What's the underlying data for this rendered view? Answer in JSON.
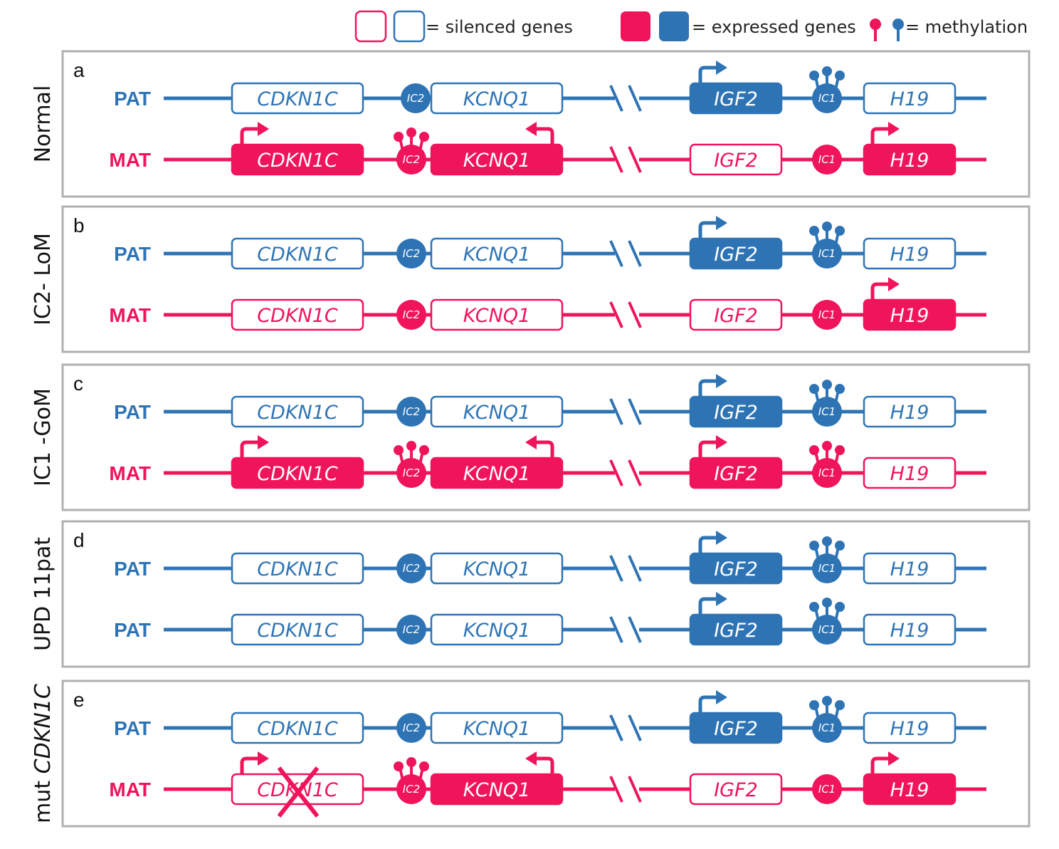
{
  "colors": {
    "pat": "#2e74b5",
    "mat": "#f0145a",
    "panel_border": "#b0b0b0",
    "text": "#222222"
  },
  "legend": {
    "silenced": "= silenced genes",
    "expressed": "= expressed genes",
    "methylation": "= methylation"
  },
  "panels": [
    {
      "letter": "a",
      "title": "Normal",
      "rows": [
        {
          "parent": "pat",
          "label": "PAT",
          "cdkn1c": {
            "text": "CDKN1C",
            "expressed": false,
            "arrow": false,
            "crossed": false
          },
          "ic2": {
            "text": "IC2",
            "methylated": false,
            "attached": true
          },
          "kcnq1": {
            "text": "KCNQ1",
            "expressed": false,
            "arrow": false
          },
          "igf2": {
            "text": "IGF2",
            "expressed": true,
            "arrow": true
          },
          "ic1": {
            "text": "IC1",
            "methylated": true
          },
          "h19": {
            "text": "H19",
            "expressed": false,
            "arrow": false
          }
        },
        {
          "parent": "mat",
          "label": "MAT",
          "cdkn1c": {
            "text": "CDKN1C",
            "expressed": true,
            "arrow": true,
            "crossed": false
          },
          "ic2": {
            "text": "IC2",
            "methylated": true,
            "attached": false
          },
          "kcnq1": {
            "text": "KCNQ1",
            "expressed": true,
            "arrow": true
          },
          "igf2": {
            "text": "IGF2",
            "expressed": false,
            "arrow": false
          },
          "ic1": {
            "text": "IC1",
            "methylated": false
          },
          "h19": {
            "text": "H19",
            "expressed": true,
            "arrow": true
          }
        }
      ]
    },
    {
      "letter": "b",
      "title": "IC2- LoM",
      "rows": [
        {
          "parent": "pat",
          "label": "PAT",
          "cdkn1c": {
            "text": "CDKN1C",
            "expressed": false,
            "arrow": false,
            "crossed": false
          },
          "ic2": {
            "text": "IC2",
            "methylated": false,
            "attached": false
          },
          "kcnq1": {
            "text": "KCNQ1",
            "expressed": false,
            "arrow": false
          },
          "igf2": {
            "text": "IGF2",
            "expressed": true,
            "arrow": true
          },
          "ic1": {
            "text": "IC1",
            "methylated": true
          },
          "h19": {
            "text": "H19",
            "expressed": false,
            "arrow": false
          }
        },
        {
          "parent": "mat",
          "label": "MAT",
          "cdkn1c": {
            "text": "CDKN1C",
            "expressed": false,
            "arrow": false,
            "crossed": false
          },
          "ic2": {
            "text": "IC2",
            "methylated": false,
            "attached": false
          },
          "kcnq1": {
            "text": "KCNQ1",
            "expressed": false,
            "arrow": false
          },
          "igf2": {
            "text": "IGF2",
            "expressed": false,
            "arrow": false
          },
          "ic1": {
            "text": "IC1",
            "methylated": false
          },
          "h19": {
            "text": "H19",
            "expressed": true,
            "arrow": true
          }
        }
      ]
    },
    {
      "letter": "c",
      "title": "IC1 -GoM",
      "rows": [
        {
          "parent": "pat",
          "label": "PAT",
          "cdkn1c": {
            "text": "CDKN1C",
            "expressed": false,
            "arrow": false,
            "crossed": false
          },
          "ic2": {
            "text": "IC2",
            "methylated": false,
            "attached": false
          },
          "kcnq1": {
            "text": "KCNQ1",
            "expressed": false,
            "arrow": false
          },
          "igf2": {
            "text": "IGF2",
            "expressed": true,
            "arrow": true
          },
          "ic1": {
            "text": "IC1",
            "methylated": true
          },
          "h19": {
            "text": "H19",
            "expressed": false,
            "arrow": false
          }
        },
        {
          "parent": "mat",
          "label": "MAT",
          "cdkn1c": {
            "text": "CDKN1C",
            "expressed": true,
            "arrow": true,
            "crossed": false
          },
          "ic2": {
            "text": "IC2",
            "methylated": true,
            "attached": false
          },
          "kcnq1": {
            "text": "KCNQ1",
            "expressed": true,
            "arrow": true
          },
          "igf2": {
            "text": "IGF2",
            "expressed": true,
            "arrow": true
          },
          "ic1": {
            "text": "IC1",
            "methylated": true
          },
          "h19": {
            "text": "H19",
            "expressed": false,
            "arrow": false
          }
        }
      ]
    },
    {
      "letter": "d",
      "title": "UPD 11pat",
      "rows": [
        {
          "parent": "pat",
          "label": "PAT",
          "cdkn1c": {
            "text": "CDKN1C",
            "expressed": false,
            "arrow": false,
            "crossed": false
          },
          "ic2": {
            "text": "IC2",
            "methylated": false,
            "attached": false
          },
          "kcnq1": {
            "text": "KCNQ1",
            "expressed": false,
            "arrow": false
          },
          "igf2": {
            "text": "IGF2",
            "expressed": true,
            "arrow": true
          },
          "ic1": {
            "text": "IC1",
            "methylated": true
          },
          "h19": {
            "text": "H19",
            "expressed": false,
            "arrow": false
          }
        },
        {
          "parent": "pat",
          "label": "PAT",
          "cdkn1c": {
            "text": "CDKN1C",
            "expressed": false,
            "arrow": false,
            "crossed": false
          },
          "ic2": {
            "text": "IC2",
            "methylated": false,
            "attached": false
          },
          "kcnq1": {
            "text": "KCNQ1",
            "expressed": false,
            "arrow": false
          },
          "igf2": {
            "text": "IGF2",
            "expressed": true,
            "arrow": true
          },
          "ic1": {
            "text": "IC1",
            "methylated": true
          },
          "h19": {
            "text": "H19",
            "expressed": false,
            "arrow": false
          }
        }
      ]
    },
    {
      "letter": "e",
      "title": "mut",
      "title_italic": "CDKN1C",
      "rows": [
        {
          "parent": "pat",
          "label": "PAT",
          "cdkn1c": {
            "text": "CDKN1C",
            "expressed": false,
            "arrow": false,
            "crossed": false
          },
          "ic2": {
            "text": "IC2",
            "methylated": false,
            "attached": false
          },
          "kcnq1": {
            "text": "KCNQ1",
            "expressed": false,
            "arrow": false
          },
          "igf2": {
            "text": "IGF2",
            "expressed": true,
            "arrow": true
          },
          "ic1": {
            "text": "IC1",
            "methylated": true
          },
          "h19": {
            "text": "H19",
            "expressed": false,
            "arrow": false
          }
        },
        {
          "parent": "mat",
          "label": "MAT",
          "cdkn1c": {
            "text": "CDKN1C",
            "expressed": false,
            "arrow": true,
            "crossed": true
          },
          "ic2": {
            "text": "IC2",
            "methylated": true,
            "attached": false
          },
          "kcnq1": {
            "text": "KCNQ1",
            "expressed": true,
            "arrow": true
          },
          "igf2": {
            "text": "IGF2",
            "expressed": false,
            "arrow": false
          },
          "ic1": {
            "text": "IC1",
            "methylated": false
          },
          "h19": {
            "text": "H19",
            "expressed": true,
            "arrow": true
          }
        }
      ]
    }
  ]
}
